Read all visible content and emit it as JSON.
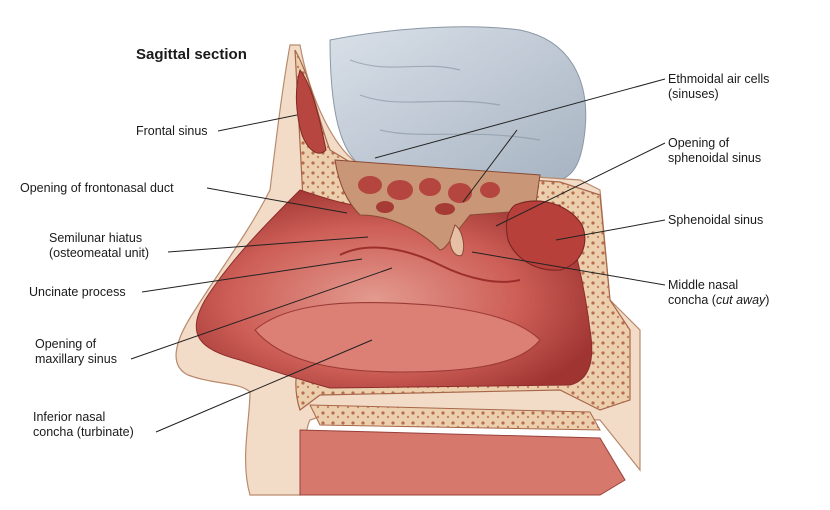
{
  "figure": {
    "title": "Sagittal section"
  },
  "labels": {
    "frontal_sinus": "Frontal sinus",
    "frontonasal_duct": "Opening of frontonasal duct",
    "semilunar_hiatus_1": "Semilunar hiatus",
    "semilunar_hiatus_2": "(osteomeatal unit)",
    "uncinate_process": "Uncinate process",
    "maxillary_opening_1": "Opening of",
    "maxillary_opening_2": "maxillary sinus",
    "inferior_concha_1": "Inferior nasal",
    "inferior_concha_2": "concha (turbinate)",
    "ethmoidal_1": "Ethmoidal air cells",
    "ethmoidal_2": "(sinuses)",
    "sphenoidal_opening_1": "Opening of",
    "sphenoidal_opening_2": "sphenoidal sinus",
    "sphenoidal_sinus": "Sphenoidal sinus",
    "middle_concha_1": "Middle nasal",
    "middle_concha_2a": "concha (",
    "middle_concha_2b": "cut away",
    "middle_concha_2c": ")"
  },
  "colors": {
    "mucosa": "#c9564f",
    "mucosa_light": "#e08a80",
    "mucosa_dark": "#9c2f2c",
    "bone": "#e9c9a6",
    "bone_dark": "#b77b57",
    "brain": "#b9c3cf",
    "skin": "#f0d8c2",
    "leader": "#222222"
  }
}
